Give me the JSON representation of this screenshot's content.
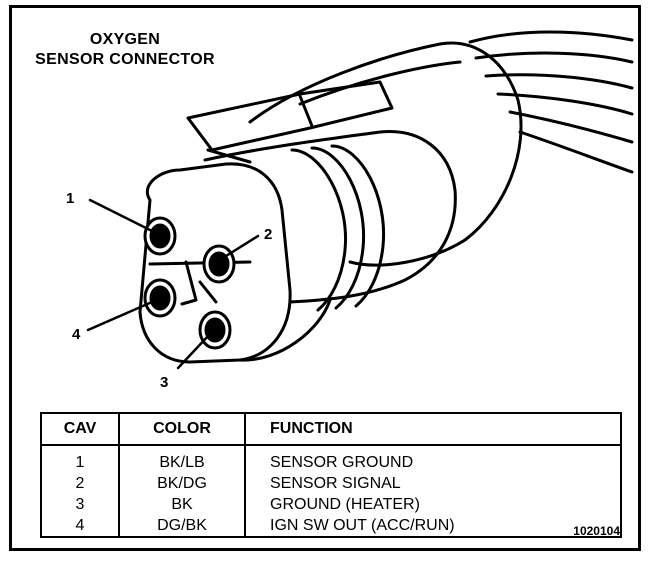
{
  "title": {
    "line1": "OXYGEN",
    "line2": "SENSOR CONNECTOR"
  },
  "callouts": [
    "1",
    "2",
    "3",
    "4"
  ],
  "table": {
    "headers": [
      "CAV",
      "COLOR",
      "FUNCTION"
    ],
    "rows": [
      {
        "cav": "1",
        "color": "BK/LB",
        "function": "SENSOR GROUND"
      },
      {
        "cav": "2",
        "color": "BK/DG",
        "function": "SENSOR SIGNAL"
      },
      {
        "cav": "3",
        "color": "BK",
        "function": "GROUND (HEATER)"
      },
      {
        "cav": "4",
        "color": "DG/BK",
        "function": "IGN SW OUT (ACC/RUN)"
      }
    ]
  },
  "reference_number": "1020104"
}
